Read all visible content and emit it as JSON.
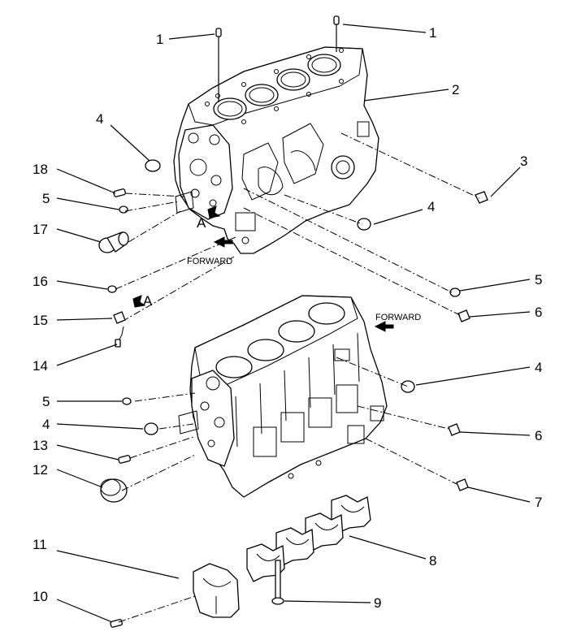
{
  "callouts": [
    "1",
    "1",
    "2",
    "3",
    "4",
    "4",
    "4",
    "4",
    "5",
    "5",
    "5",
    "6",
    "6",
    "7",
    "8",
    "9",
    "10",
    "11",
    "12",
    "13",
    "14",
    "15",
    "16",
    "17",
    "18"
  ],
  "annotations": {
    "forward": "FORWARD",
    "view_a": "A"
  }
}
